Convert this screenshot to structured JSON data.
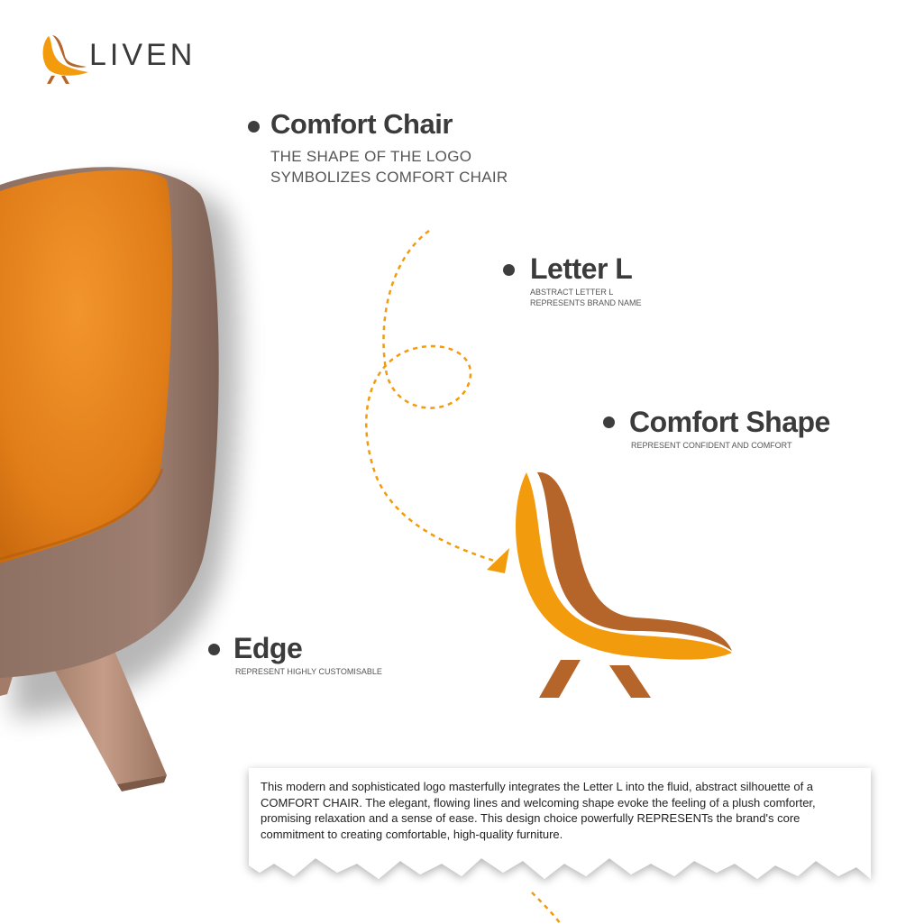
{
  "brand": {
    "name": "LIVEN"
  },
  "annotations": [
    {
      "title": "Comfort Chair",
      "lines": [
        "THE SHAPE OF THE LOGO",
        "SYMBOLIZES COMFORT CHAIR"
      ]
    },
    {
      "title": "Letter L",
      "lines": [
        "ABSTRACT LETTER L",
        "REPRESENTS BRAND NAME"
      ]
    },
    {
      "title": "Comfort Shape",
      "lines": [
        "REPRESENT CONFIDENT AND COMFORT"
      ]
    },
    {
      "title": "Edge",
      "lines": [
        "REPRESENT HIGHLY CUSTOMISABLE"
      ]
    }
  ],
  "description": "This modern and sophisticated logo masterfully integrates the Letter L into the fluid, abstract silhouette of a COMFORT CHAIR. The elegant, flowing lines and welcoming shape evoke the feeling of a plush comforter, promising relaxation and a sense of ease. This design choice powerfully REPRESENTs the brand's core commitment to creating comfortable, high-quality furniture.",
  "colors": {
    "orange": "#f29b0d",
    "brown": "#b5652a",
    "text": "#3b3b3b",
    "chair_fabric": "#e8831e",
    "chair_shell": "#9a7b6e",
    "wood": "#b98e7a"
  }
}
